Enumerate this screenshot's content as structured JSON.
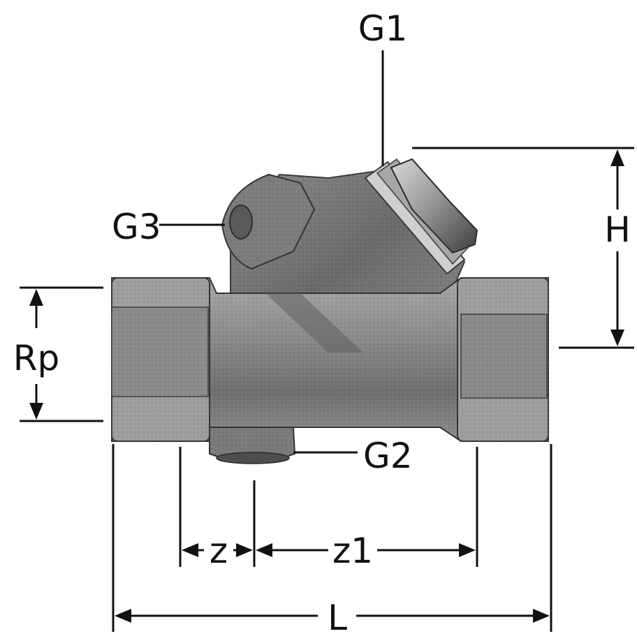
{
  "labels": {
    "g1": "G1",
    "g2": "G2",
    "g3": "G3",
    "h": "H",
    "rp": "Rp",
    "z": "z",
    "z1": "z1",
    "l": "L"
  },
  "colors": {
    "line": "#111111",
    "metal_dark": "#4a4a4a",
    "metal_mid": "#8a8a8a",
    "metal_light": "#c8c8c8",
    "background": "#ffffff"
  }
}
